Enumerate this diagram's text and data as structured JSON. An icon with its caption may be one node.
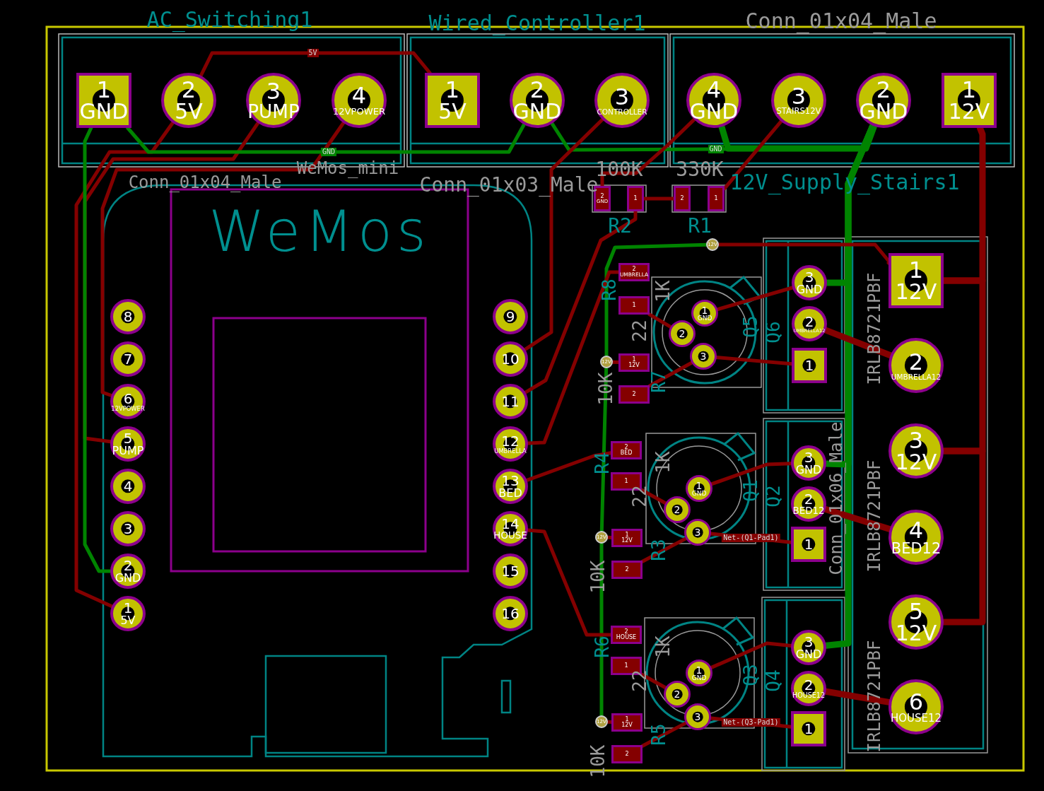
{
  "diagram": {
    "nodes": [
      {
        "text": [
          "1",
          "GND"
        ]
      },
      {
        "text": [
          "2",
          "5V"
        ]
      },
      {
        "text": [
          "3",
          "PUMP"
        ]
      },
      {
        "text": [
          "4",
          "12VPOWER"
        ]
      },
      {
        "text": [
          "1",
          "5V"
        ]
      },
      {
        "text": [
          "2",
          "GND"
        ]
      },
      {
        "text": [
          "3",
          "CONTROLLER"
        ]
      },
      {
        "text": [
          "4",
          "GND"
        ]
      },
      {
        "text": [
          "3",
          "STAIRS12V"
        ]
      },
      {
        "text": [
          "2",
          "GND"
        ]
      },
      {
        "text": [
          "1",
          "12V"
        ]
      },
      {
        "text": [
          "8"
        ]
      },
      {
        "text": [
          "7"
        ]
      },
      {
        "text": [
          "6",
          "12VPOWER"
        ]
      },
      {
        "text": [
          "5",
          "PUMP"
        ]
      },
      {
        "text": [
          "4"
        ]
      },
      {
        "text": [
          "3"
        ]
      },
      {
        "text": [
          "2",
          "GND"
        ]
      },
      {
        "text": [
          "1",
          "5V"
        ]
      },
      {
        "text": [
          "9"
        ]
      },
      {
        "text": [
          "10"
        ]
      },
      {
        "text": [
          "11"
        ]
      },
      {
        "text": [
          "12",
          "UMBRELLA"
        ]
      },
      {
        "text": [
          "13",
          "BED"
        ]
      },
      {
        "text": [
          "14",
          "HOUSE"
        ]
      },
      {
        "text": [
          "15"
        ]
      },
      {
        "text": [
          "16"
        ]
      },
      {
        "text": [
          "2",
          "GND"
        ]
      },
      {
        "text": [
          "1"
        ]
      },
      {
        "text": [
          "2"
        ]
      },
      {
        "text": [
          "1"
        ]
      },
      {
        "text": [
          "12V"
        ]
      },
      {
        "text": [
          "2",
          "UMBRELLA"
        ]
      },
      {
        "text": [
          "1"
        ]
      },
      {
        "text": [
          "12V"
        ]
      },
      {
        "text": [
          "1",
          "12V"
        ]
      },
      {
        "text": [
          "2"
        ]
      },
      {
        "text": [
          "1",
          "GND"
        ]
      },
      {
        "text": [
          "2"
        ]
      },
      {
        "text": [
          "3"
        ]
      },
      {
        "text": [
          "3",
          "GND"
        ]
      },
      {
        "text": [
          "2",
          "UMBRELLA12"
        ]
      },
      {
        "text": [
          "1"
        ]
      },
      {
        "text": [
          "1",
          "12V"
        ]
      },
      {
        "text": [
          "2",
          "UMBRELLA12"
        ]
      },
      {
        "text": [
          "3",
          "12V"
        ]
      },
      {
        "text": [
          "4",
          "BED12"
        ]
      },
      {
        "text": [
          "5",
          "12V"
        ]
      },
      {
        "text": [
          "6",
          "HOUSE12"
        ]
      },
      {
        "text": [
          "2",
          "BED"
        ]
      },
      {
        "text": [
          "1"
        ]
      },
      {
        "text": [
          "12V"
        ]
      },
      {
        "text": [
          "1",
          "12V"
        ]
      },
      {
        "text": [
          "2"
        ]
      },
      {
        "text": [
          "1",
          "GND"
        ]
      },
      {
        "text": [
          "2"
        ]
      },
      {
        "text": [
          "3"
        ]
      },
      {
        "text": [
          "3",
          "GND"
        ]
      },
      {
        "text": [
          "2",
          "BED12"
        ]
      },
      {
        "text": [
          "1"
        ]
      },
      {
        "text": [
          "2",
          "HOUSE"
        ]
      },
      {
        "text": [
          "1"
        ]
      },
      {
        "text": [
          "12V"
        ]
      },
      {
        "text": [
          "1",
          "12V"
        ]
      },
      {
        "text": [
          "2"
        ]
      },
      {
        "text": [
          "1",
          "GND"
        ]
      },
      {
        "text": [
          "2"
        ]
      },
      {
        "text": [
          "3"
        ]
      },
      {
        "text": [
          "3",
          "GND"
        ]
      },
      {
        "text": [
          "2",
          "HOUSE12"
        ]
      },
      {
        "text": [
          "1"
        ]
      }
    ],
    "edges": [
      {
        "from": 1,
        "to": 4,
        "arrow": "none",
        "label": "5V"
      },
      {
        "from": 1,
        "to": 18,
        "arrow": "none"
      },
      {
        "from": 2,
        "to": 14,
        "arrow": "none"
      },
      {
        "from": 3,
        "to": 13,
        "arrow": "none"
      },
      {
        "from": 0,
        "to": 17,
        "arrow": "none",
        "color": "#008400"
      },
      {
        "from": 0,
        "to": 5,
        "arrow": "none",
        "color": "#008400",
        "label": "GND"
      },
      {
        "from": 5,
        "to": 9,
        "arrow": "none",
        "color": "#008400",
        "label": "GND"
      },
      {
        "from": 7,
        "to": 9,
        "arrow": "none",
        "style": "thick",
        "color": "#008400"
      },
      {
        "from": 9,
        "to": 40,
        "arrow": "none",
        "style": "thick",
        "color": "#008400"
      },
      {
        "from": 9,
        "to": 57,
        "arrow": "none",
        "style": "thick",
        "color": "#008400"
      },
      {
        "from": 9,
        "to": 68,
        "arrow": "none",
        "style": "thick",
        "color": "#008400"
      },
      {
        "from": 31,
        "to": 34,
        "arrow": "none",
        "color": "#008400"
      },
      {
        "from": 34,
        "to": 51,
        "arrow": "none",
        "color": "#008400"
      },
      {
        "from": 51,
        "to": 62,
        "arrow": "none",
        "color": "#008400"
      },
      {
        "from": 7,
        "to": 27,
        "arrow": "none"
      },
      {
        "from": 8,
        "to": 30,
        "arrow": "none"
      },
      {
        "from": 28,
        "to": 29,
        "arrow": "none"
      },
      {
        "from": 6,
        "to": 20,
        "arrow": "none"
      },
      {
        "from": 21,
        "to": 28,
        "arrow": "none"
      },
      {
        "from": 22,
        "to": 32,
        "arrow": "none"
      },
      {
        "from": 23,
        "to": 49,
        "arrow": "none"
      },
      {
        "from": 24,
        "to": 60,
        "arrow": "none"
      },
      {
        "from": 31,
        "to": 43,
        "arrow": "none"
      },
      {
        "from": 33,
        "to": 38,
        "arrow": "none"
      },
      {
        "from": 34,
        "to": 35,
        "arrow": "none"
      },
      {
        "from": 36,
        "to": 39,
        "arrow": "none"
      },
      {
        "from": 37,
        "to": 40,
        "arrow": "none"
      },
      {
        "from": 39,
        "to": 42,
        "arrow": "none"
      },
      {
        "from": 41,
        "to": 44,
        "arrow": "none",
        "style": "thick"
      },
      {
        "from": 10,
        "to": 43,
        "arrow": "none",
        "style": "thick"
      },
      {
        "from": 43,
        "to": 45,
        "arrow": "none",
        "style": "thick"
      },
      {
        "from": 45,
        "to": 47,
        "arrow": "none",
        "style": "thick"
      },
      {
        "from": 50,
        "to": 55,
        "arrow": "none"
      },
      {
        "from": 51,
        "to": 52,
        "arrow": "none"
      },
      {
        "from": 53,
        "to": 56,
        "arrow": "none"
      },
      {
        "from": 54,
        "to": 57,
        "arrow": "none"
      },
      {
        "from": 56,
        "to": 59,
        "arrow": "none",
        "label": "Net-(Q1-Pad1)"
      },
      {
        "from": 58,
        "to": 46,
        "arrow": "none",
        "style": "thick"
      },
      {
        "from": 61,
        "to": 66,
        "arrow": "none"
      },
      {
        "from": 62,
        "to": 63,
        "arrow": "none"
      },
      {
        "from": 64,
        "to": 67,
        "arrow": "none"
      },
      {
        "from": 65,
        "to": 68,
        "arrow": "none"
      },
      {
        "from": 67,
        "to": 70,
        "arrow": "none",
        "label": "Net-(Q3-Pad1)"
      },
      {
        "from": 69,
        "to": 48,
        "arrow": "none",
        "style": "thick"
      }
    ],
    "labels": [
      "AC_Switching1",
      "Wired_Controller1",
      "Conn_01x04_Male",
      "Conn_01x04_Male",
      "WeMos_mini",
      "Conn_01x03_Male",
      "100K",
      "330K",
      "12V_Supply_Stairs1",
      "R2",
      "R1",
      "WeMos",
      "R8",
      "22",
      "1K",
      "10K",
      "R7",
      "Q5",
      "Q6",
      "R4",
      "22",
      "1K",
      "10K",
      "R3",
      "Q1",
      "Q2",
      "R6",
      "22",
      "1K",
      "10K",
      "R5",
      "Q3",
      "Q4",
      "IRLB8721PBF",
      "IRLB8721PBF",
      "IRLB8721PBF",
      "Conn_01x06_Male"
    ]
  }
}
